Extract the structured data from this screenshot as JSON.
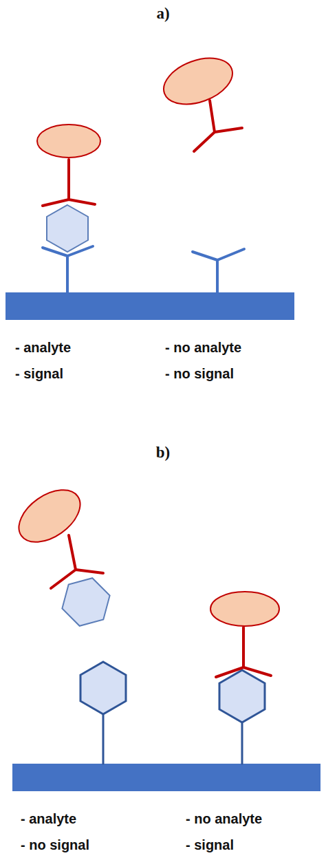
{
  "diagram": {
    "labels": [
      "a)",
      "- analyte",
      "- no analyte",
      "- signal",
      "- no signal",
      "b)",
      "- analyte",
      "- no analyte",
      "- no signal",
      "- signal"
    ]
  }
}
